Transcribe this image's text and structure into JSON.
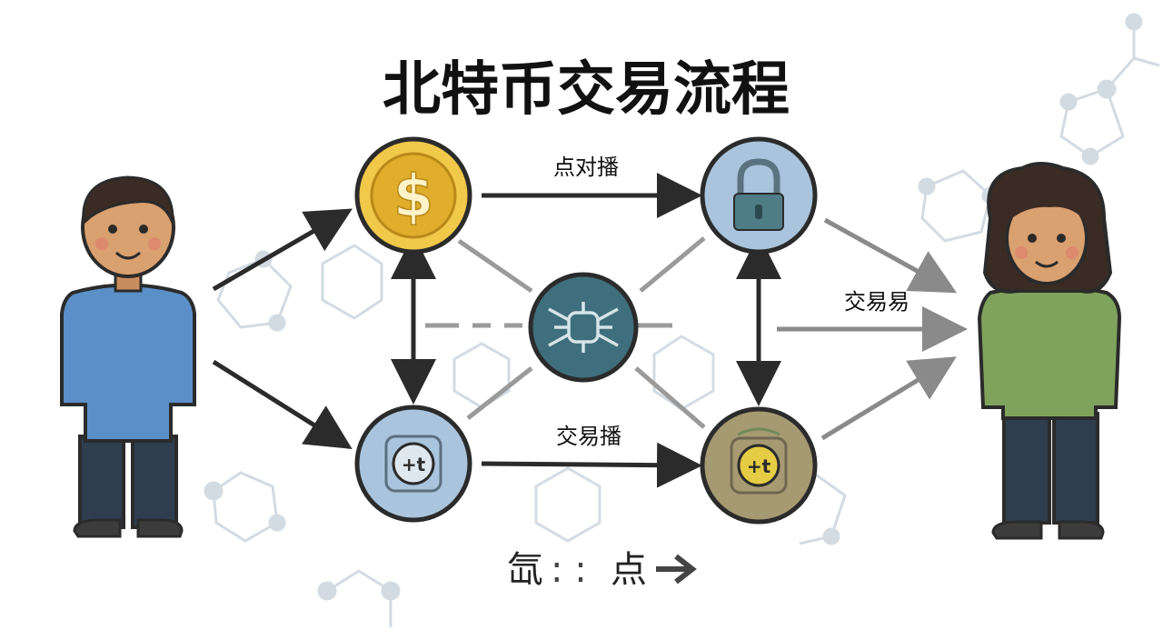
{
  "title": "北特币交易流程",
  "edge_labels": {
    "top": "点对播",
    "right_mid": "交易易",
    "bottom": "交易播"
  },
  "legend": {
    "left": "氙",
    "dots": ": :",
    "right": "点"
  },
  "node_symbols": {
    "coin": "$",
    "clock_left": "+t",
    "clock_right": "+t"
  },
  "colors": {
    "coin": "#e8b83a",
    "lock_node": "#a9c4dc",
    "hub": "#3f6f7c",
    "clock_left": "#a9c4dc",
    "clock_right": "#a69a72",
    "sender_shirt": "#5b8fc7",
    "receiver_shirt": "#7fa35c",
    "pants": "#2f3e4f",
    "outline": "#2b2b2b"
  },
  "icons": [
    "dollar-coin-icon",
    "padlock-icon",
    "network-hub-icon",
    "clock-icon",
    "person-icon",
    "molecule-background"
  ]
}
